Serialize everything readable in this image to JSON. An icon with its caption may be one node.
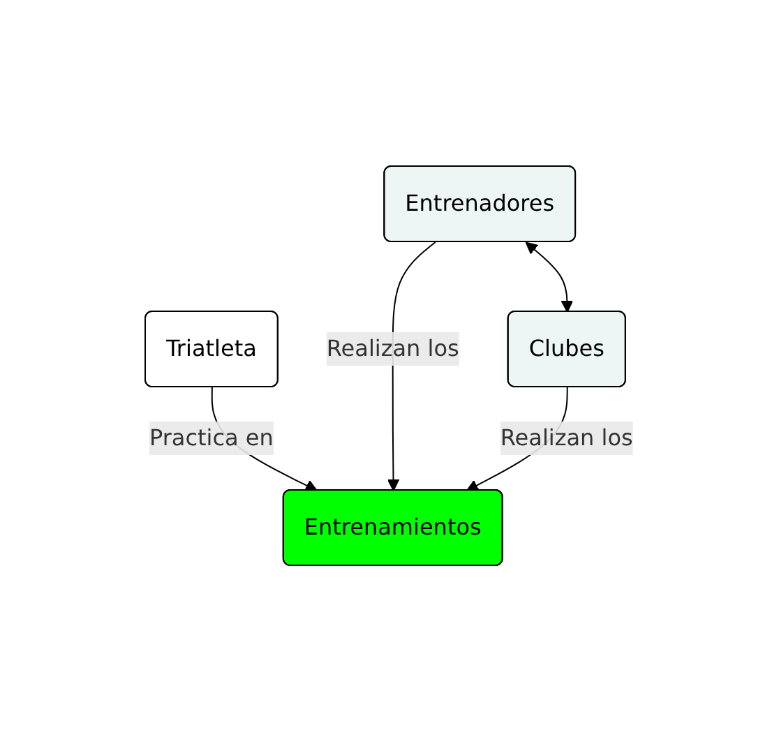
{
  "diagram": {
    "nodes": [
      {
        "text": [
          "Triatleta"
        ]
      },
      {
        "text": [
          "Entrenamientos"
        ]
      },
      {
        "text": [
          "Entrenadores"
        ]
      },
      {
        "text": [
          "Clubes"
        ]
      }
    ],
    "edges": [
      {
        "from": 0,
        "to": 1,
        "arrow": "to",
        "label": "Practica en"
      },
      {
        "from": 2,
        "to": 1,
        "arrow": "to",
        "label": "Realizan los"
      },
      {
        "from": 3,
        "to": 1,
        "arrow": "to",
        "label": "Realizan los"
      },
      {
        "from": 2,
        "to": 3,
        "arrow": "both"
      }
    ]
  }
}
